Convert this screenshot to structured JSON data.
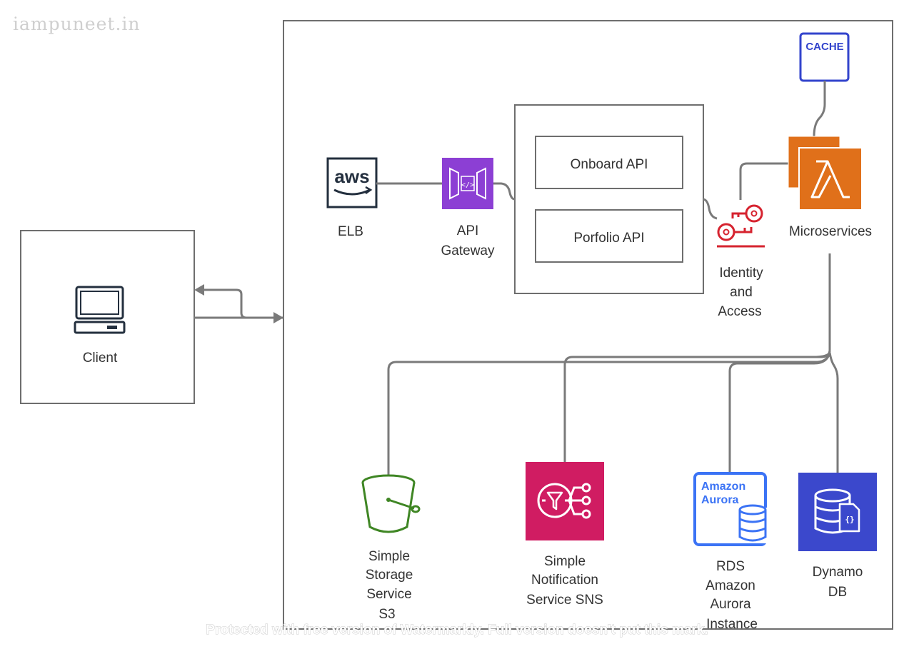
{
  "site_mark": "iampuneet.in",
  "watermark": "Protected with free version of Watermarkly. Full version doesn't put this mark.",
  "client": {
    "label": "Client"
  },
  "elb": {
    "label": "ELB",
    "logo_text": "aws"
  },
  "api_gateway": {
    "label_line1": "API",
    "label_line2": "Gateway"
  },
  "apis": {
    "onboard": "Onboard API",
    "portfolio": "Porfolio API"
  },
  "identity": {
    "line1": "Identity",
    "line2": "and",
    "line3": "Access"
  },
  "microservices": {
    "label": "Microservices"
  },
  "cache": {
    "label": "CACHE"
  },
  "s3": {
    "line1": "Simple",
    "line2": "Storage",
    "line3": "Service",
    "line4": "S3"
  },
  "sns": {
    "line1": "Simple",
    "line2": "Notification",
    "line3": "Service SNS"
  },
  "rds": {
    "line1": "RDS",
    "line2": "Amazon",
    "line3": "Aurora",
    "line4": "Instance",
    "logo_line1": "Amazon",
    "logo_line2": "Aurora"
  },
  "dynamo": {
    "line1": "Dynamo",
    "line2": "DB"
  },
  "colors": {
    "api_gateway_purple": "#8c3fd4",
    "lambda_orange": "#e0701a",
    "identity_red": "#d6232f",
    "s3_green": "#3f8624",
    "sns_pink": "#d01c62",
    "aurora_blue": "#3b73f5",
    "dynamo_blue": "#3b48cc",
    "cache_blue": "#3344cc",
    "line_gray": "#7a7a7a"
  },
  "icons": [
    "monitor-icon",
    "aws-logo-icon",
    "api-gateway-icon",
    "keys-icon",
    "lambda-icon",
    "cache-icon",
    "s3-bucket-icon",
    "sns-icon",
    "aurora-icon",
    "dynamodb-icon"
  ]
}
